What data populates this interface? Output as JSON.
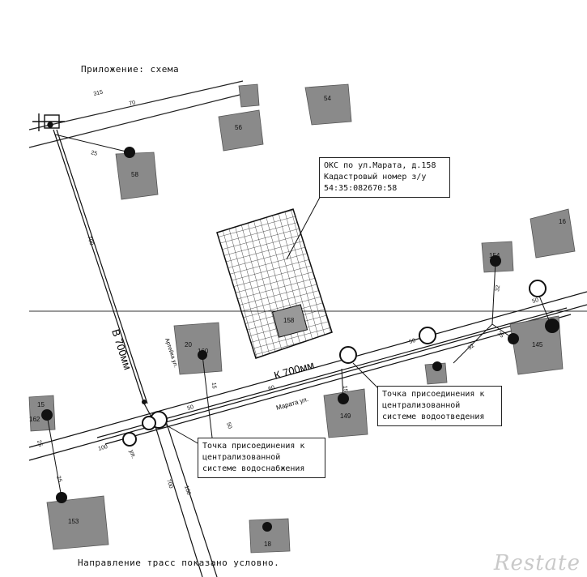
{
  "header": {
    "title": "Приложение: схема"
  },
  "footer": {
    "note": "Направление трасс показано условно."
  },
  "watermark": {
    "text": "Restate"
  },
  "callouts": {
    "oks": {
      "line1": "ОКС по ул.Марата, д.158",
      "line2": "Кадастровый номер з/у",
      "line3": "54:35:082670:58"
    },
    "sewer_point": {
      "line1": "Точка присоединения к",
      "line2": "централизованной",
      "line3": "системе водоотведения"
    },
    "water_point": {
      "line1": "Точка присоединения к",
      "line2": "централизованной",
      "line3": "системе водоснабжения"
    }
  },
  "map": {
    "pipes": {
      "water": "В 700мм",
      "sewer": "К 700мм"
    },
    "streets": {
      "arteyka": "Артейка ул.",
      "marata": "Марата ул.",
      "third": "ул."
    },
    "building_numbers": {
      "b54": "54",
      "b56": "56",
      "b58": "58",
      "b154": "154",
      "b16x": "16",
      "b145": "145",
      "b160": "160",
      "b20": "20",
      "b149": "149",
      "b15": "15",
      "b162": "162",
      "b153": "153",
      "b18": "18",
      "b158": "158"
    },
    "distances": {
      "d315": "315",
      "d70": "70",
      "d25a": "25",
      "d700a": "700",
      "d15a": "15",
      "d50a": "50",
      "d60": "60",
      "d50b": "50",
      "d32a": "32",
      "d32b": "32",
      "d35": "35",
      "d15b": "15",
      "d50c": "50",
      "d100a": "100",
      "d25b": "25",
      "d25c": "25",
      "d700b": "700",
      "d100b": "100",
      "d50d": "50"
    }
  },
  "colors": {
    "line": "#1a1a1a",
    "building": "#8a8a8a",
    "hatch": "#222222",
    "well": "#111111"
  }
}
